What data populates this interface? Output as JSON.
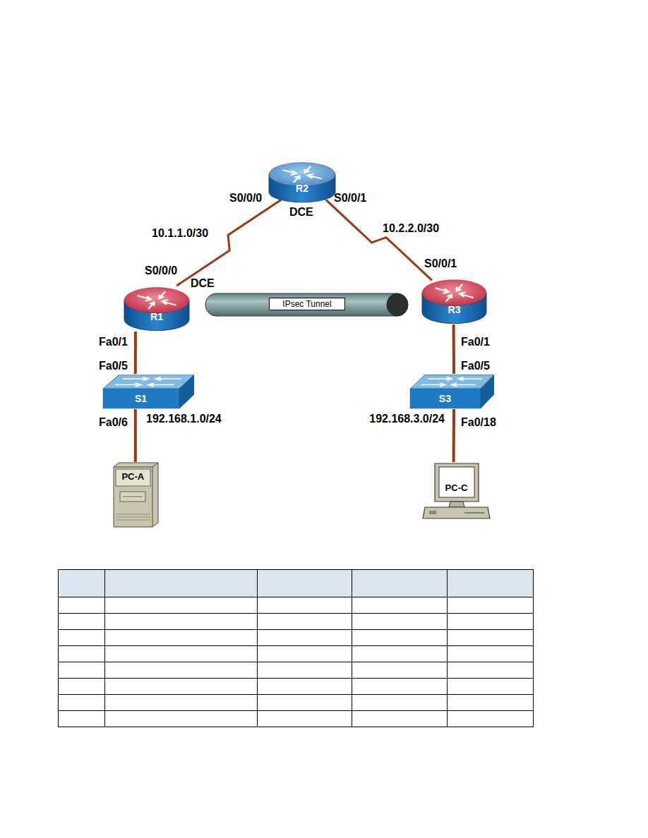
{
  "diagram": {
    "nodes": [
      {
        "text": [
          "R2"
        ]
      },
      {
        "text": [
          "R1"
        ]
      },
      {
        "text": [
          "IPsec Tunnel"
        ]
      },
      {
        "text": [
          "R3"
        ]
      },
      {
        "text": [
          "S1"
        ]
      },
      {
        "text": [
          "S3"
        ]
      },
      {
        "text": [
          "PC-A"
        ]
      },
      {
        "text": [
          "PC-C"
        ]
      }
    ],
    "edges": [
      {
        "from": 1,
        "to": 0,
        "arrow": "none",
        "label": "10.1.1.0/30"
      },
      {
        "from": 0,
        "to": 3,
        "arrow": "none",
        "label": "10.2.2.0/30"
      },
      {
        "from": 1,
        "to": 4,
        "arrow": "none"
      },
      {
        "from": 4,
        "to": 6,
        "arrow": "none",
        "label": "192.168.1.0/24"
      },
      {
        "from": 3,
        "to": 5,
        "arrow": "none"
      },
      {
        "from": 5,
        "to": 7,
        "arrow": "none",
        "label": "192.168.3.0/24"
      }
    ],
    "labels": [
      "S0/0/0",
      "S0/0/1",
      "DCE",
      "S0/0/0",
      "DCE",
      "S0/0/1",
      "Fa0/1",
      "Fa0/5",
      "Fa0/6",
      "Fa0/1",
      "Fa0/5",
      "Fa0/18"
    ]
  }
}
